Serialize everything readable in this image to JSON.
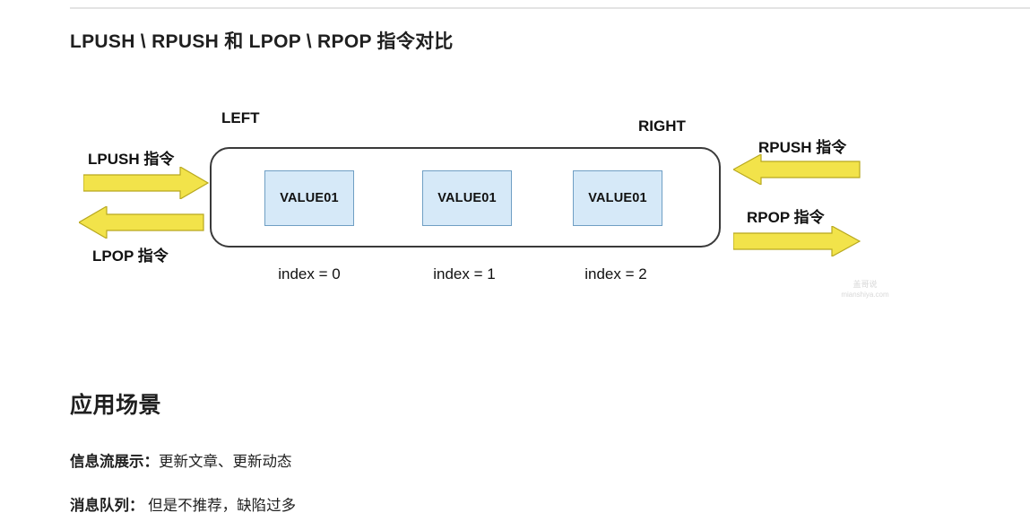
{
  "page": {
    "heading": "LPUSH \\ RPUSH 和 LPOP \\ RPOP 指令对比",
    "section_heading": "应用场景"
  },
  "diagram": {
    "left_label": "LEFT",
    "right_label": "RIGHT",
    "cells": [
      {
        "value": "VALUE01",
        "index_label": "index = 0"
      },
      {
        "value": "VALUE01",
        "index_label": "index = 1"
      },
      {
        "value": "VALUE01",
        "index_label": "index = 2"
      }
    ],
    "commands": {
      "lpush": "LPUSH 指令",
      "lpop": "LPOP 指令",
      "rpush": "RPUSH 指令",
      "rpop": "RPOP 指令"
    },
    "colors": {
      "arrow_fill": "#f2e34a",
      "arrow_stroke": "#b8a81f",
      "cell_fill": "#d6e9f8",
      "cell_stroke": "#6f9fc4",
      "box_stroke": "#3a3a3a"
    },
    "watermark": {
      "line1": "盖哥说",
      "line2": "mianshiya.com"
    }
  },
  "content": {
    "items": [
      {
        "term": "信息流展示：",
        "desc": "更新文章、更新动态"
      },
      {
        "term": "消息队列：",
        "desc": " 但是不推荐，缺陷过多"
      }
    ]
  }
}
